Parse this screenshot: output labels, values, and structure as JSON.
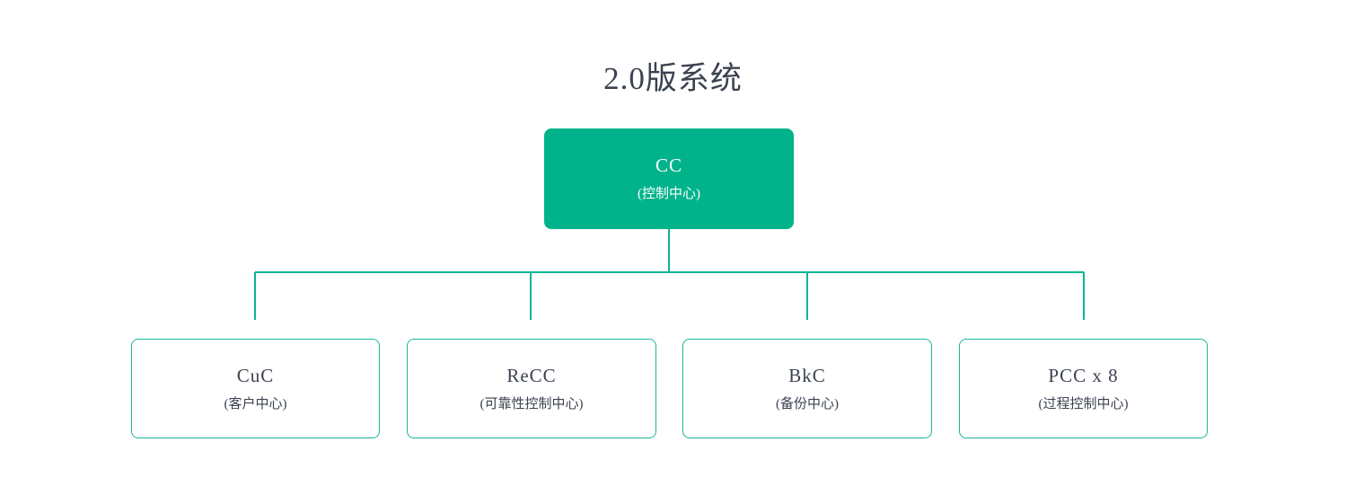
{
  "diagram": {
    "title": "2.0版系统",
    "type": "org-tree",
    "palette": {
      "root_fill": "#00b38a",
      "node_border": "#17b79a",
      "connector": "#0bb491",
      "text_dark": "#3b4250",
      "text_light": "#ffffff",
      "background": "#ffffff"
    },
    "root": {
      "code": "CC",
      "desc": "(控制中心)"
    },
    "children": [
      {
        "code": "CuC",
        "desc": "(客户中心)"
      },
      {
        "code": "ReCC",
        "desc": "(可靠性控制中心)"
      },
      {
        "code": "BkC",
        "desc": "(备份中心)"
      },
      {
        "code": "PCC x 8",
        "desc": "(过程控制中心)"
      }
    ]
  }
}
